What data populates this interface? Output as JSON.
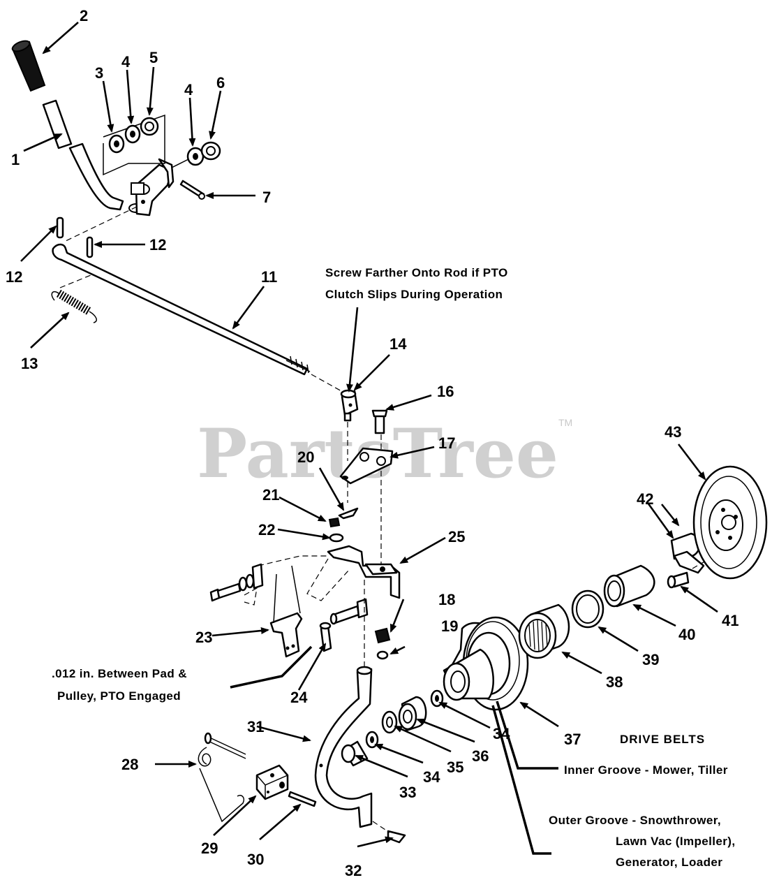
{
  "watermark": {
    "text": "PartsTree",
    "tm": "TM"
  },
  "notes": {
    "screw_line1": "Screw Farther Onto Rod if PTO",
    "screw_line2": "Clutch Slips During Operation",
    "gap_line1": ".012 in. Between Pad &",
    "gap_line2": "Pulley, PTO Engaged"
  },
  "drive_belts": {
    "heading": "DRIVE BELTS",
    "inner": "Inner Groove - Mower, Tiller",
    "outer_line1": "Outer Groove - Snowthrower,",
    "outer_line2": "Lawn Vac (Impeller),",
    "outer_line3": "Generator, Loader"
  },
  "callouts": [
    {
      "id": "c2",
      "text": "2"
    },
    {
      "id": "c3",
      "text": "3"
    },
    {
      "id": "c4a",
      "text": "4"
    },
    {
      "id": "c5",
      "text": "5"
    },
    {
      "id": "c4b",
      "text": "4"
    },
    {
      "id": "c6",
      "text": "6"
    },
    {
      "id": "c1",
      "text": "1"
    },
    {
      "id": "c7",
      "text": "7"
    },
    {
      "id": "c12a",
      "text": "12"
    },
    {
      "id": "c12b",
      "text": "12"
    },
    {
      "id": "c11",
      "text": "11"
    },
    {
      "id": "c13",
      "text": "13"
    },
    {
      "id": "c14",
      "text": "14"
    },
    {
      "id": "c16",
      "text": "16"
    },
    {
      "id": "c17",
      "text": "17"
    },
    {
      "id": "c43",
      "text": "43"
    },
    {
      "id": "c20",
      "text": "20"
    },
    {
      "id": "c21",
      "text": "21"
    },
    {
      "id": "c42",
      "text": "42"
    },
    {
      "id": "c22",
      "text": "22"
    },
    {
      "id": "c25",
      "text": "25"
    },
    {
      "id": "c41",
      "text": "41"
    },
    {
      "id": "c18",
      "text": "18"
    },
    {
      "id": "c23",
      "text": "23"
    },
    {
      "id": "c40",
      "text": "40"
    },
    {
      "id": "c19",
      "text": "19"
    },
    {
      "id": "c39",
      "text": "39"
    },
    {
      "id": "c38",
      "text": "38"
    },
    {
      "id": "c24",
      "text": "24"
    },
    {
      "id": "c31",
      "text": "31"
    },
    {
      "id": "c34a",
      "text": "34"
    },
    {
      "id": "c37",
      "text": "37"
    },
    {
      "id": "c28",
      "text": "28"
    },
    {
      "id": "c36",
      "text": "36"
    },
    {
      "id": "c35",
      "text": "35"
    },
    {
      "id": "c34b",
      "text": "34"
    },
    {
      "id": "c33",
      "text": "33"
    },
    {
      "id": "c29",
      "text": "29"
    },
    {
      "id": "c30",
      "text": "30"
    },
    {
      "id": "c32",
      "text": "32"
    }
  ]
}
